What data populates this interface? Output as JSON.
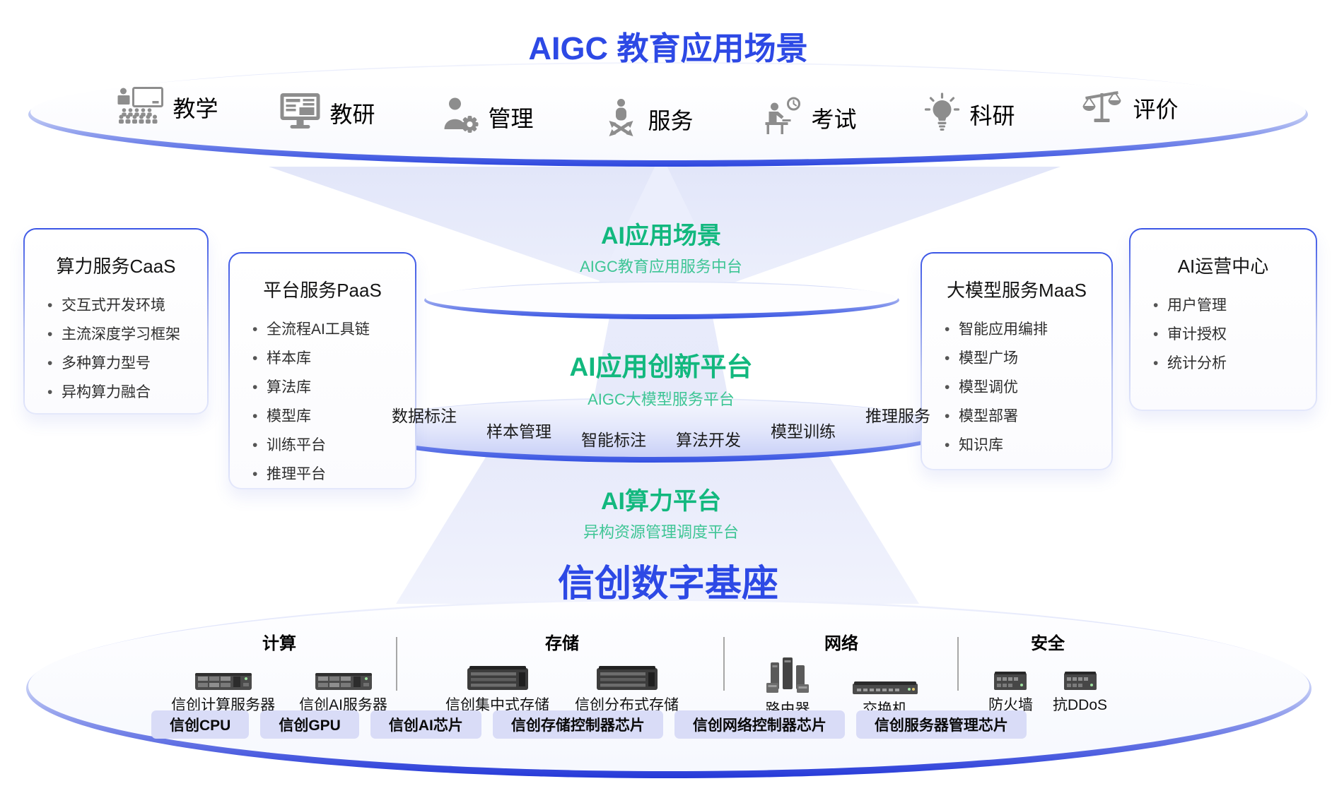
{
  "title": "AIGC 教育应用场景",
  "colors": {
    "accent_blue": "#2d49e5",
    "accent_green": "#12b87e",
    "accent_green_light": "#3ec595",
    "chip_bg": "#d9dcf7"
  },
  "scenarios": [
    {
      "icon": "classroom-icon",
      "label": "教学"
    },
    {
      "icon": "monitor-icon",
      "label": "教研"
    },
    {
      "icon": "person-gear-icon",
      "label": "管理"
    },
    {
      "icon": "person-arrows-icon",
      "label": "服务"
    },
    {
      "icon": "exam-clock-icon",
      "label": "考试"
    },
    {
      "icon": "lightbulb-icon",
      "label": "科研"
    },
    {
      "icon": "scales-icon",
      "label": "评价"
    }
  ],
  "layers": [
    {
      "title": "AI应用场景",
      "subtitle": "AIGC教育应用服务中台"
    },
    {
      "title": "AI应用创新平台",
      "subtitle": "AIGC大模型服务平台"
    },
    {
      "title": "AI算力平台",
      "subtitle": "异构资源管理调度平台"
    }
  ],
  "capabilities": [
    "数据标注",
    "样本管理",
    "智能标注",
    "算法开发",
    "模型训练",
    "推理服务"
  ],
  "base_title": "信创数字基座",
  "side_boxes": [
    {
      "title": "算力服务CaaS",
      "items": [
        "交互式开发环境",
        "主流深度学习框架",
        "多种算力型号",
        "异构算力融合"
      ]
    },
    {
      "title": "平台服务PaaS",
      "items": [
        "全流程AI工具链",
        "样本库",
        "算法库",
        "模型库",
        "训练平台",
        "推理平台"
      ]
    },
    {
      "title": "大模型服务MaaS",
      "items": [
        "智能应用编排",
        "模型广场",
        "模型调优",
        "模型部署",
        "知识库"
      ]
    },
    {
      "title": "AI运营中心",
      "items": [
        "用户管理",
        "审计授权",
        "统计分析"
      ]
    }
  ],
  "hardware_groups": [
    {
      "title": "计算",
      "devices": [
        {
          "icon": "server-icon",
          "label": "信创计算服务器"
        },
        {
          "icon": "server-icon",
          "label": "信创AI服务器"
        }
      ]
    },
    {
      "title": "存储",
      "devices": [
        {
          "icon": "storage-icon",
          "label": "信创集中式存储"
        },
        {
          "icon": "storage-icon",
          "label": "信创分布式存储"
        }
      ]
    },
    {
      "title": "网络",
      "devices": [
        {
          "icon": "router-icon",
          "label": "路由器"
        },
        {
          "icon": "switch-icon",
          "label": "交换机"
        }
      ]
    },
    {
      "title": "安全",
      "devices": [
        {
          "icon": "appliance-icon",
          "label": "防火墙"
        },
        {
          "icon": "appliance-icon",
          "label": "抗DDoS"
        }
      ]
    }
  ],
  "chips": [
    "信创CPU",
    "信创GPU",
    "信创AI芯片",
    "信创存储控制器芯片",
    "信创网络控制器芯片",
    "信创服务器管理芯片"
  ]
}
